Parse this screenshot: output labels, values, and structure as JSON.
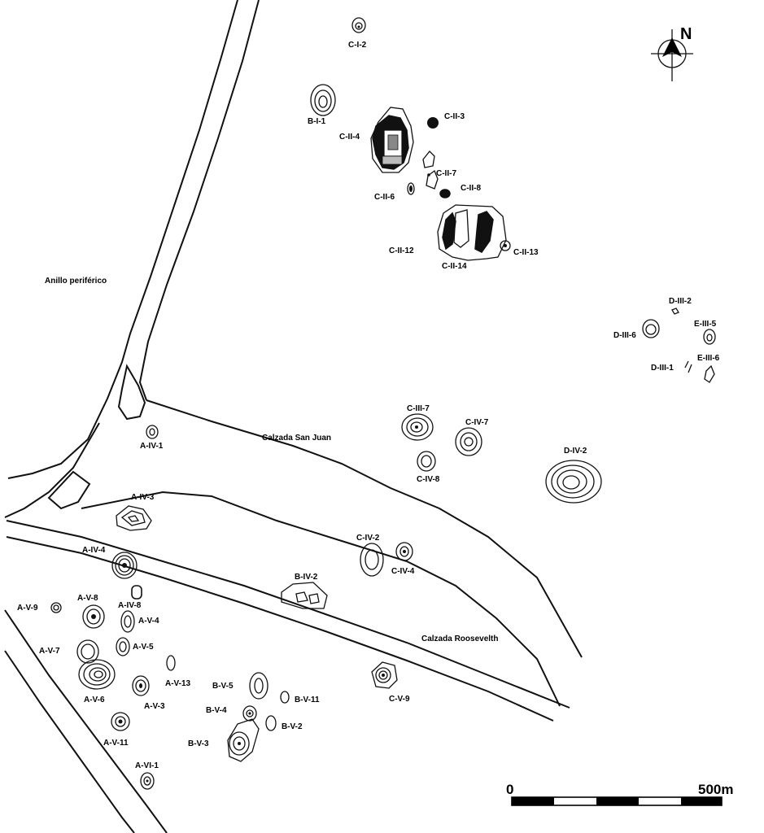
{
  "north_label": "N",
  "scale_bar": {
    "start_label": "0",
    "end_label": "500m"
  },
  "roads": {
    "perimeter": "Anillo periférico",
    "san_juan": "Calzada San Juan",
    "roosevelt": "Calzada Roosevelth"
  },
  "sites": {
    "c_i_2": "C-I-2",
    "b_i_1": "B-I-1",
    "c_ii_3": "C-II-3",
    "c_ii_4": "C-II-4",
    "c_ii_7": "C-II-7",
    "c_ii_6": "C-II-6",
    "c_ii_8": "C-II-8",
    "c_ii_12": "C-II-12",
    "c_ii_13": "C-II-13",
    "c_ii_14": "C-II-14",
    "d_iii_2": "D-III-2",
    "d_iii_6": "D-III-6",
    "e_iii_5": "E-III-5",
    "d_iii_1": "D-III-1",
    "e_iii_6": "E-III-6",
    "c_iii_7": "C-III-7",
    "c_iv_7": "C-IV-7",
    "c_iv_8": "C-IV-8",
    "d_iv_2": "D-IV-2",
    "a_iv_1": "A-IV-1",
    "a_iv_3": "A-IV-3",
    "c_iv_2": "C-IV-2",
    "c_iv_4": "C-IV-4",
    "a_iv_4": "A-IV-4",
    "b_iv_2": "B-IV-2",
    "a_v_9": "A-V-9",
    "a_v_8": "A-V-8",
    "a_iv_8": "A-IV-8",
    "a_v_4": "A-V-4",
    "a_v_7": "A-V-7",
    "a_v_5": "A-V-5",
    "a_v_13": "A-V-13",
    "b_v_5": "B-V-5",
    "a_v_6": "A-V-6",
    "a_v_3": "A-V-3",
    "b_v_11": "B-V-11",
    "b_v_4": "B-V-4",
    "b_v_2": "B-V-2",
    "c_v_9": "C-V-9",
    "a_v_11": "A-V-11",
    "b_v_3": "B-V-3",
    "a_vi_1": "A-VI-1"
  }
}
